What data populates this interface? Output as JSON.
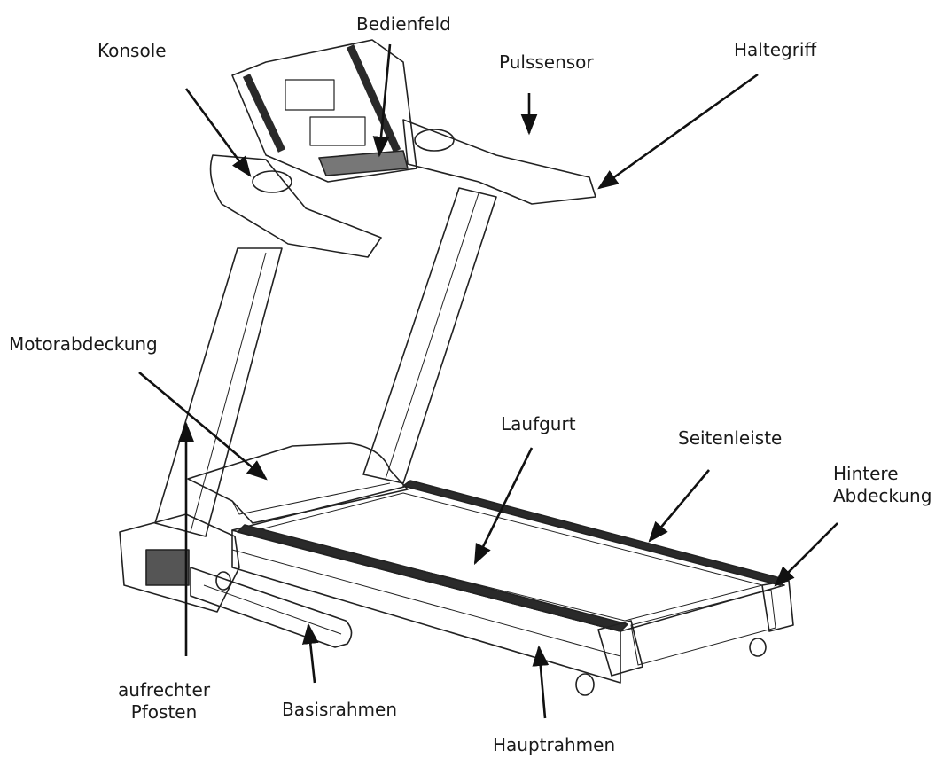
{
  "labels": {
    "konsole": "Konsole",
    "bedienfeld": "Bedienfeld",
    "pulssensor": "Pulssensor",
    "haltegriff": "Haltegriff",
    "motorabdeckung": "Motorabdeckung",
    "laufgurt": "Laufgurt",
    "seitenleiste": "Seitenleiste",
    "hintere_abdeckung": [
      "Hintere",
      "Abdeckung"
    ],
    "aufrechter_pfosten": [
      "aufrechter",
      "Pfosten"
    ],
    "basisrahmen": "Basisrahmen",
    "hauptrahmen": "Hauptrahmen"
  },
  "colors": {
    "ink": "#1a1a1a",
    "belt_stripe": "#2a2a2a"
  }
}
